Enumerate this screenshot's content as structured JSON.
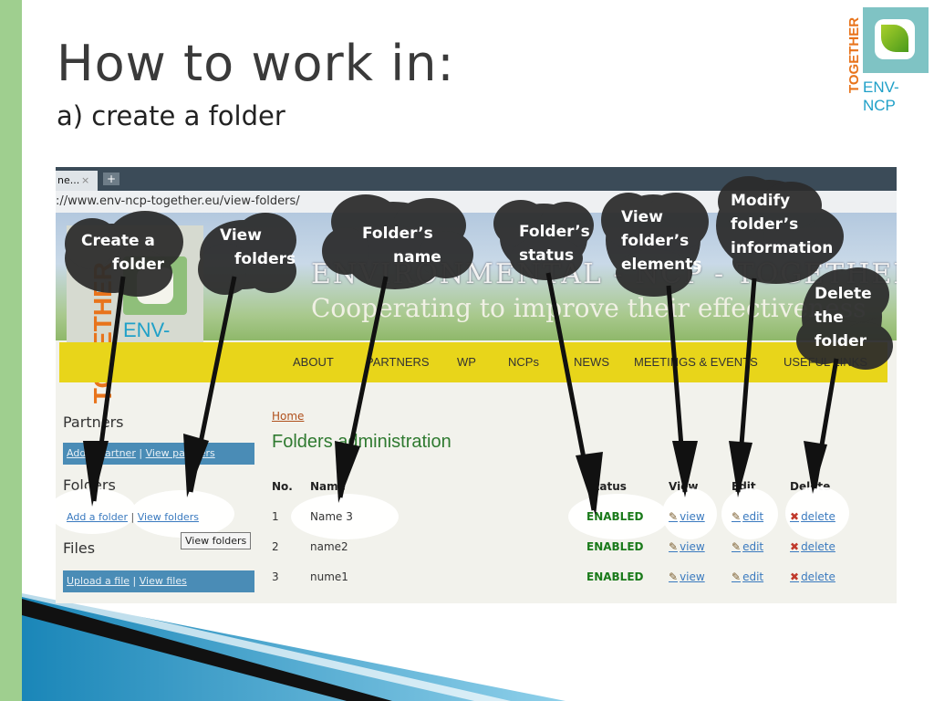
{
  "slide": {
    "title": "How to work in:",
    "subtitle": "a) create a folder"
  },
  "logo": {
    "vertical_text": "TOGETHER",
    "text": "ENV-NCP"
  },
  "browser": {
    "tab_label": "ne...",
    "tab_close": "×",
    "new_tab": "+",
    "url": "://www.env-ncp-together.eu/view-folders/"
  },
  "site": {
    "logo_vertical": "TOGETHER",
    "logo_text": "ENV-NCP",
    "banner_title": "ENVIRONMENTAL - NCP - TOGETHER",
    "banner_subtitle": "Cooperating to improve their effectiveness",
    "nav": [
      "ABOUT",
      "PARTNERS",
      "WP",
      "NCPs",
      "NEWS",
      "MEETINGS & EVENTS",
      "USEFUL LINKS"
    ]
  },
  "sidebar": {
    "partners_heading": "Partners",
    "partners_add": "Add a partner",
    "partners_view": "View partners",
    "folders_heading": "Folders",
    "folders_add": "Add a folder",
    "folders_view": "View folders",
    "files_heading": "Files",
    "files_upload": "Upload a file",
    "files_view": "View files",
    "separator": "|",
    "tooltip": "View folders"
  },
  "main": {
    "home_link": "Home",
    "title": "Folders administration",
    "columns": [
      "No.",
      "Name",
      "Status",
      "View",
      "Edit",
      "Delete"
    ],
    "rows": [
      {
        "no": "1",
        "name": "Name 3",
        "status": "ENABLED",
        "view": "view",
        "edit": "edit",
        "delete": "delete"
      },
      {
        "no": "2",
        "name": "name2",
        "status": "ENABLED",
        "view": "view",
        "edit": "edit",
        "delete": "delete"
      },
      {
        "no": "3",
        "name": "nume1",
        "status": "ENABLED",
        "view": "view",
        "edit": "edit",
        "delete": "delete"
      }
    ]
  },
  "callouts": {
    "create": [
      "Create a",
      "folder"
    ],
    "view_folders": [
      "View",
      "folders"
    ],
    "folder_name": [
      "Folder’s",
      "name"
    ],
    "folder_status": [
      "Folder’s",
      "status"
    ],
    "view_elements": [
      "View",
      "folder’s",
      "elements"
    ],
    "modify": [
      "Modify",
      "folder’s",
      "information"
    ],
    "delete": [
      "Delete",
      "the",
      "folder"
    ]
  },
  "colors": {
    "accent_green": "#9fcf8f",
    "nav_yellow": "#e8d51a",
    "status_green": "#1a7a1a",
    "link_blue": "#3a7abf",
    "logo_orange": "#e8741c",
    "logo_blue": "#1fa0c8"
  }
}
